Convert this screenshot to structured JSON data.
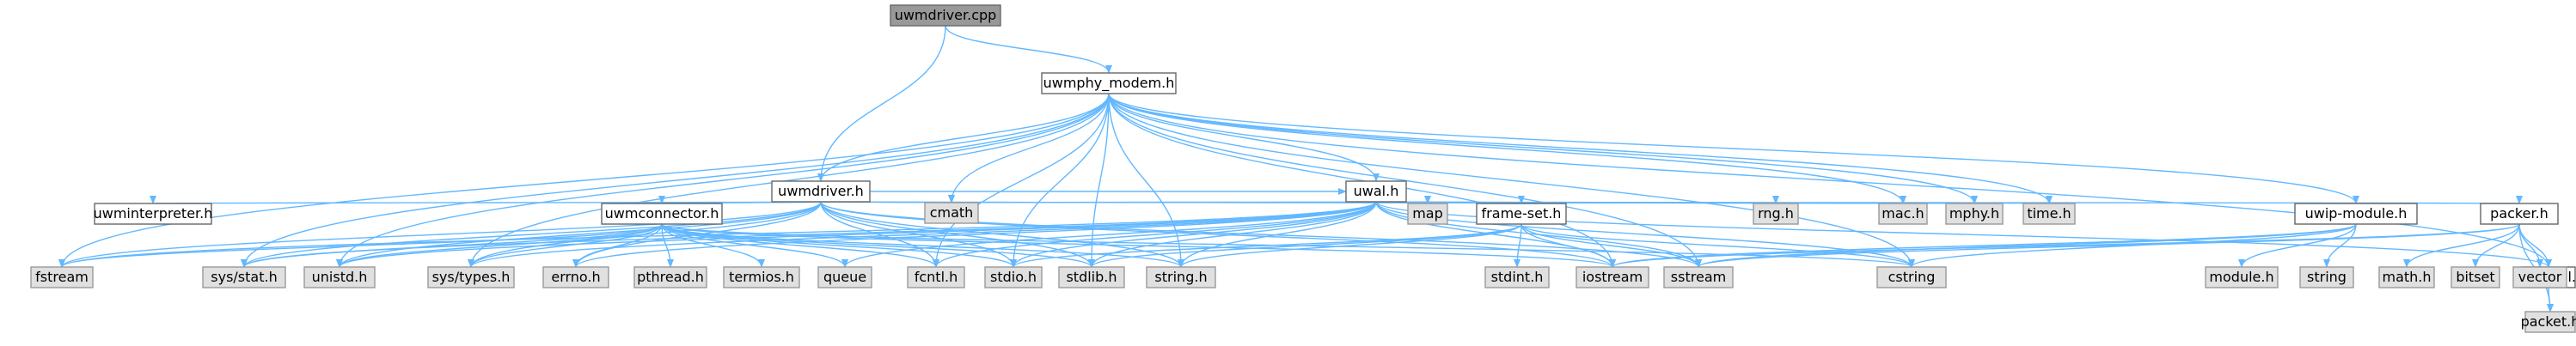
{
  "colors": {
    "root_fill": "#999999",
    "root_stroke": "#666666",
    "header_fill": "#ffffff",
    "header_stroke": "#666666",
    "system_fill": "#e0e0e0",
    "system_stroke": "#999999",
    "edge": "#63b8ff",
    "text": "#000000"
  },
  "nodes": [
    {
      "id": "uwmdriver-cpp",
      "label": "uwmdriver.cpp",
      "kind": "root"
    },
    {
      "id": "uwmphy-modem-h",
      "label": "uwmphy_modem.h",
      "kind": "header"
    },
    {
      "id": "uwmdriver-h",
      "label": "uwmdriver.h",
      "kind": "header"
    },
    {
      "id": "uwal-h",
      "label": "uwal.h",
      "kind": "header"
    },
    {
      "id": "uwminterpreter-h",
      "label": "uwminterpreter.h",
      "kind": "header"
    },
    {
      "id": "uwmconnector-h",
      "label": "uwmconnector.h",
      "kind": "header"
    },
    {
      "id": "frame-set-h",
      "label": "frame-set.h",
      "kind": "header"
    },
    {
      "id": "uwip-module-h",
      "label": "uwip-module.h",
      "kind": "header"
    },
    {
      "id": "packer-h",
      "label": "packer.h",
      "kind": "header"
    },
    {
      "id": "hdr-uwal-h",
      "label": "hdr-uwal.h",
      "kind": "header"
    },
    {
      "id": "cmath",
      "label": "cmath",
      "kind": "system"
    },
    {
      "id": "map",
      "label": "map",
      "kind": "system"
    },
    {
      "id": "rng-h",
      "label": "rng.h",
      "kind": "system"
    },
    {
      "id": "mac-h",
      "label": "mac.h",
      "kind": "system"
    },
    {
      "id": "mphy-h",
      "label": "mphy.h",
      "kind": "system"
    },
    {
      "id": "time-h",
      "label": "time.h",
      "kind": "system"
    },
    {
      "id": "fstream",
      "label": "fstream",
      "kind": "system"
    },
    {
      "id": "sys-stat-h",
      "label": "sys/stat.h",
      "kind": "system"
    },
    {
      "id": "unistd-h",
      "label": "unistd.h",
      "kind": "system"
    },
    {
      "id": "sys-types-h",
      "label": "sys/types.h",
      "kind": "system"
    },
    {
      "id": "errno-h",
      "label": "errno.h",
      "kind": "system"
    },
    {
      "id": "pthread-h",
      "label": "pthread.h",
      "kind": "system"
    },
    {
      "id": "termios-h",
      "label": "termios.h",
      "kind": "system"
    },
    {
      "id": "queue",
      "label": "queue",
      "kind": "system"
    },
    {
      "id": "fcntl-h",
      "label": "fcntl.h",
      "kind": "system"
    },
    {
      "id": "stdio-h",
      "label": "stdio.h",
      "kind": "system"
    },
    {
      "id": "stdlib-h",
      "label": "stdlib.h",
      "kind": "system"
    },
    {
      "id": "string-h",
      "label": "string.h",
      "kind": "system"
    },
    {
      "id": "stdint-h",
      "label": "stdint.h",
      "kind": "system"
    },
    {
      "id": "iostream",
      "label": "iostream",
      "kind": "system"
    },
    {
      "id": "sstream",
      "label": "sstream",
      "kind": "system"
    },
    {
      "id": "cstring",
      "label": "cstring",
      "kind": "system"
    },
    {
      "id": "module-h",
      "label": "module.h",
      "kind": "system"
    },
    {
      "id": "string",
      "label": "string",
      "kind": "system"
    },
    {
      "id": "math-h",
      "label": "math.h",
      "kind": "system"
    },
    {
      "id": "bitset",
      "label": "bitset",
      "kind": "system"
    },
    {
      "id": "vector",
      "label": "vector",
      "kind": "system"
    },
    {
      "id": "packet-h",
      "label": "packet.h",
      "kind": "system"
    }
  ],
  "edges": [
    [
      "uwmdriver-cpp",
      "uwmphy-modem-h"
    ],
    [
      "uwmdriver-cpp",
      "uwmdriver-h"
    ],
    [
      "uwmphy-modem-h",
      "uwmdriver-h"
    ],
    [
      "uwmphy-modem-h",
      "uwal-h"
    ],
    [
      "uwmphy-modem-h",
      "uwip-module-h"
    ],
    [
      "uwmphy-modem-h",
      "hdr-uwal-h"
    ],
    [
      "uwmphy-modem-h",
      "cmath"
    ],
    [
      "uwmphy-modem-h",
      "mac-h"
    ],
    [
      "uwmphy-modem-h",
      "mphy-h"
    ],
    [
      "uwmphy-modem-h",
      "time-h"
    ],
    [
      "uwmphy-modem-h",
      "fstream"
    ],
    [
      "uwmphy-modem-h",
      "sys-stat-h"
    ],
    [
      "uwmphy-modem-h",
      "unistd-h"
    ],
    [
      "uwmphy-modem-h",
      "sys-types-h"
    ],
    [
      "uwmphy-modem-h",
      "fcntl-h"
    ],
    [
      "uwmphy-modem-h",
      "stdio-h"
    ],
    [
      "uwmphy-modem-h",
      "stdlib-h"
    ],
    [
      "uwmphy-modem-h",
      "string-h"
    ],
    [
      "uwmphy-modem-h",
      "iostream"
    ],
    [
      "uwmphy-modem-h",
      "sstream"
    ],
    [
      "uwmphy-modem-h",
      "cstring"
    ],
    [
      "uwmdriver-h",
      "uwminterpreter-h"
    ],
    [
      "uwmdriver-h",
      "uwmconnector-h"
    ],
    [
      "uwmdriver-h",
      "uwal-h"
    ],
    [
      "uwmdriver-h",
      "cmath"
    ],
    [
      "uwmdriver-h",
      "mac-h"
    ],
    [
      "uwmdriver-h",
      "mphy-h"
    ],
    [
      "uwmdriver-h",
      "fstream"
    ],
    [
      "uwmdriver-h",
      "sys-stat-h"
    ],
    [
      "uwmdriver-h",
      "unistd-h"
    ],
    [
      "uwmdriver-h",
      "sys-types-h"
    ],
    [
      "uwmdriver-h",
      "errno-h"
    ],
    [
      "uwmdriver-h",
      "fcntl-h"
    ],
    [
      "uwmdriver-h",
      "stdio-h"
    ],
    [
      "uwmdriver-h",
      "stdlib-h"
    ],
    [
      "uwmdriver-h",
      "string-h"
    ],
    [
      "uwmdriver-h",
      "iostream"
    ],
    [
      "uwmdriver-h",
      "sstream"
    ],
    [
      "uwal-h",
      "frame-set-h"
    ],
    [
      "uwal-h",
      "packer-h"
    ],
    [
      "uwal-h",
      "hdr-uwal-h"
    ],
    [
      "uwal-h",
      "cmath"
    ],
    [
      "uwal-h",
      "map"
    ],
    [
      "uwal-h",
      "rng-h"
    ],
    [
      "uwal-h",
      "mac-h"
    ],
    [
      "uwal-h",
      "mphy-h"
    ],
    [
      "uwal-h",
      "time-h"
    ],
    [
      "uwal-h",
      "fstream"
    ],
    [
      "uwal-h",
      "sys-stat-h"
    ],
    [
      "uwal-h",
      "unistd-h"
    ],
    [
      "uwal-h",
      "sys-types-h"
    ],
    [
      "uwal-h",
      "errno-h"
    ],
    [
      "uwal-h",
      "queue"
    ],
    [
      "uwal-h",
      "fcntl-h"
    ],
    [
      "uwal-h",
      "stdio-h"
    ],
    [
      "uwal-h",
      "stdlib-h"
    ],
    [
      "uwal-h",
      "string-h"
    ],
    [
      "uwal-h",
      "iostream"
    ],
    [
      "uwal-h",
      "sstream"
    ],
    [
      "uwal-h",
      "cstring"
    ],
    [
      "uwmconnector-h",
      "fstream"
    ],
    [
      "uwmconnector-h",
      "sys-stat-h"
    ],
    [
      "uwmconnector-h",
      "unistd-h"
    ],
    [
      "uwmconnector-h",
      "sys-types-h"
    ],
    [
      "uwmconnector-h",
      "errno-h"
    ],
    [
      "uwmconnector-h",
      "pthread-h"
    ],
    [
      "uwmconnector-h",
      "termios-h"
    ],
    [
      "uwmconnector-h",
      "queue"
    ],
    [
      "uwmconnector-h",
      "fcntl-h"
    ],
    [
      "uwmconnector-h",
      "stdio-h"
    ],
    [
      "uwmconnector-h",
      "stdlib-h"
    ],
    [
      "uwmconnector-h",
      "string-h"
    ],
    [
      "uwmconnector-h",
      "iostream"
    ],
    [
      "uwmconnector-h",
      "cstring"
    ],
    [
      "frame-set-h",
      "stdint-h"
    ],
    [
      "frame-set-h",
      "iostream"
    ],
    [
      "frame-set-h",
      "sstream"
    ],
    [
      "frame-set-h",
      "string-h"
    ],
    [
      "frame-set-h",
      "stdio-h"
    ],
    [
      "frame-set-h",
      "stdlib-h"
    ],
    [
      "frame-set-h",
      "cstring"
    ],
    [
      "uwip-module-h",
      "module-h"
    ],
    [
      "uwip-module-h",
      "string"
    ],
    [
      "uwip-module-h",
      "iostream"
    ],
    [
      "uwip-module-h",
      "sstream"
    ],
    [
      "uwip-module-h",
      "cstring"
    ],
    [
      "packer-h",
      "hdr-uwal-h"
    ],
    [
      "packer-h",
      "math-h"
    ],
    [
      "packer-h",
      "bitset"
    ],
    [
      "packer-h",
      "vector"
    ],
    [
      "packer-h",
      "packet-h"
    ],
    [
      "packer-h",
      "iostream"
    ],
    [
      "packer-h",
      "sstream"
    ],
    [
      "hdr-uwal-h",
      "packet-h"
    ]
  ]
}
